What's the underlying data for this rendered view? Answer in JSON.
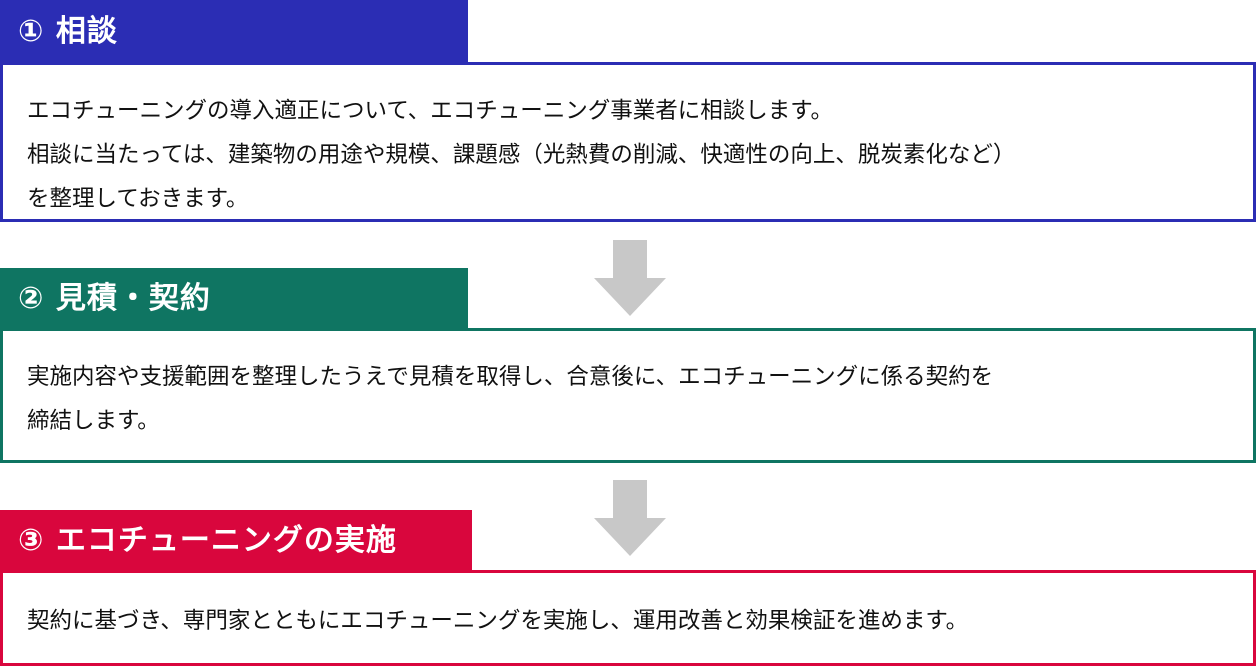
{
  "steps": [
    {
      "number": "①",
      "title": "相談",
      "color": "#2b2db4",
      "lines": [
        "エコチューニングの導入適正について、エコチューニング事業者に相談します。",
        "相談に当たっては、建築物の用途や規模、課題感（光熱費の削減、快適性の向上、脱炭素化など）",
        "を整理しておきます。"
      ]
    },
    {
      "number": "②",
      "title": "見積・契約",
      "color": "#0f7562",
      "lines": [
        "実施内容や支援範囲を整理したうえで見積を取得し、合意後に、エコチューニングに係る契約を",
        "締結します。"
      ]
    },
    {
      "number": "③",
      "title": "エコチューニングの実施",
      "color": "#d9063d",
      "lines": [
        "契約に基づき、専門家とともにエコチューニングを実施し、運用改善と効果検証を進めます。"
      ]
    }
  ],
  "arrows": {
    "icon": "down-arrow-icon",
    "color": "#c8c8c8"
  }
}
